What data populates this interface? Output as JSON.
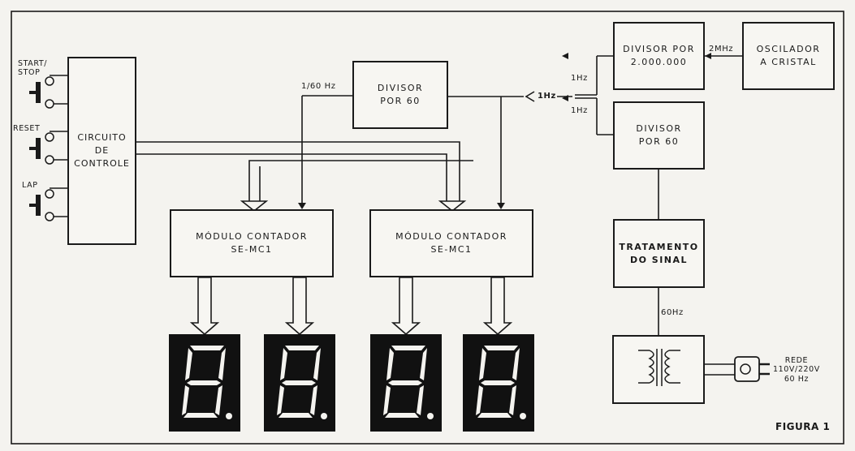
{
  "blocks": {
    "control": {
      "line1": "CIRCUITO",
      "line2": "DE",
      "line3": "CONTROLE"
    },
    "divisor60_top": {
      "line1": "DIVISOR",
      "line2": "POR 60"
    },
    "divisor2m": {
      "line1": "DIVISOR POR",
      "line2": "2.000.000"
    },
    "oscilador": {
      "line1": "OSCILADOR",
      "line2": "A CRISTAL"
    },
    "divisor60_right": {
      "line1": "DIVISOR",
      "line2": "POR 60"
    },
    "tratamento": {
      "line1": "TRATAMENTO",
      "line2": "DO SINAL"
    },
    "counter1": {
      "line1": "MÓDULO CONTADOR",
      "line2": "SE-MC1"
    },
    "counter2": {
      "line1": "MÓDULO CONTADOR",
      "line2": "SE-MC1"
    }
  },
  "switches": {
    "start_stop": "START/\nSTOP",
    "reset": "RESET",
    "lap": "LAP"
  },
  "signals": {
    "freq_1_60": "1/60 Hz",
    "freq_1hz_main": "1Hz",
    "freq_1hz_upper": "1Hz",
    "freq_1hz_lower": "1Hz",
    "freq_2mhz": "2MHz",
    "freq_60hz": "60Hz"
  },
  "power": {
    "rede": "REDE\n110V/220V\n60 Hz"
  },
  "figure_label": "FIGURA 1",
  "colors": {
    "ink": "#1a1a1a",
    "paper": "#f4f3ef",
    "display": "#111111"
  }
}
